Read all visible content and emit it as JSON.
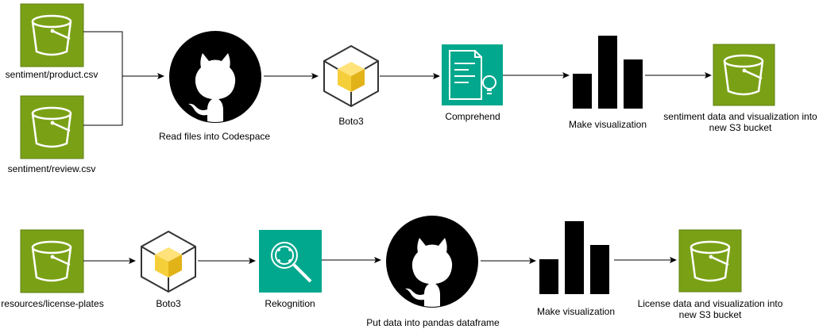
{
  "colors": {
    "s3": "#7aa116",
    "s3_border": "#5f7f10",
    "ml": "#01a88d",
    "edge": "#000000",
    "boto_yellow": "#f5cf3a"
  },
  "row1": {
    "bucket_product_label": "sentiment/product.csv",
    "bucket_review_label": "sentiment/review.csv",
    "github_label": "Read files into Codespace",
    "boto_label": "Boto3",
    "comprehend_label": "Comprehend",
    "chart_label": "Make visualization",
    "output_label": "sentiment data and visualization into new S3 bucket"
  },
  "row2": {
    "bucket_label": "resources/license-plates",
    "boto_label": "Boto3",
    "rekognition_label": "Rekognition",
    "github_label": "Put data into pandas dataframe",
    "chart_label": "Make visualization",
    "output_label": "License data and visualization into new S3 bucket"
  },
  "icons": {
    "s3": "s3-bucket-icon",
    "github": "github-icon",
    "boto": "boto3-cube-icon",
    "comprehend": "comprehend-icon",
    "rekognition": "rekognition-icon",
    "chart": "bar-chart-icon"
  }
}
